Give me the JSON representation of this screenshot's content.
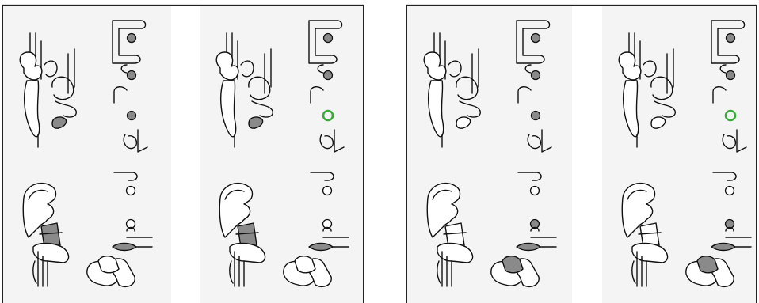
{
  "colors": {
    "background": "#ffffff",
    "panel_fill": "#f4f4f4",
    "frame_stroke": "#222222",
    "line": "#111111",
    "filled_marker": "#8a8a8a",
    "empty_marker": "#ffffff",
    "highlight_marker": "#3aaa3a"
  },
  "groups": [
    {
      "name": "left-group",
      "panels": [
        {
          "name": "panel-1",
          "upper_shapes": [
            "filled",
            "filled",
            "filled"
          ],
          "upper_marker": "none",
          "lower_shapes": [
            "empty",
            "empty"
          ],
          "upper_left_blob": "filled",
          "neck_block": "filled",
          "lower_right_leaf": "filled",
          "pod_fill": "empty"
        },
        {
          "name": "panel-2",
          "upper_shapes": [
            "filled",
            "filled",
            "highlight"
          ],
          "upper_marker": "green-ring",
          "lower_shapes": [
            "empty",
            "empty"
          ],
          "upper_left_blob": "filled",
          "neck_block": "filled",
          "lower_right_leaf": "filled",
          "pod_fill": "empty"
        }
      ]
    },
    {
      "name": "right-group",
      "panels": [
        {
          "name": "panel-3",
          "upper_shapes": [
            "filled",
            "filled",
            "filled"
          ],
          "upper_marker": "none",
          "lower_shapes": [
            "empty",
            "filled"
          ],
          "upper_left_blob": "empty",
          "neck_block": "empty",
          "lower_right_leaf": "filled",
          "pod_fill": "filled"
        },
        {
          "name": "panel-4",
          "upper_shapes": [
            "filled",
            "filled",
            "highlight"
          ],
          "upper_marker": "green-ring",
          "lower_shapes": [
            "empty",
            "filled"
          ],
          "upper_left_blob": "empty",
          "neck_block": "empty",
          "lower_right_leaf": "filled",
          "pod_fill": "filled"
        }
      ]
    }
  ]
}
